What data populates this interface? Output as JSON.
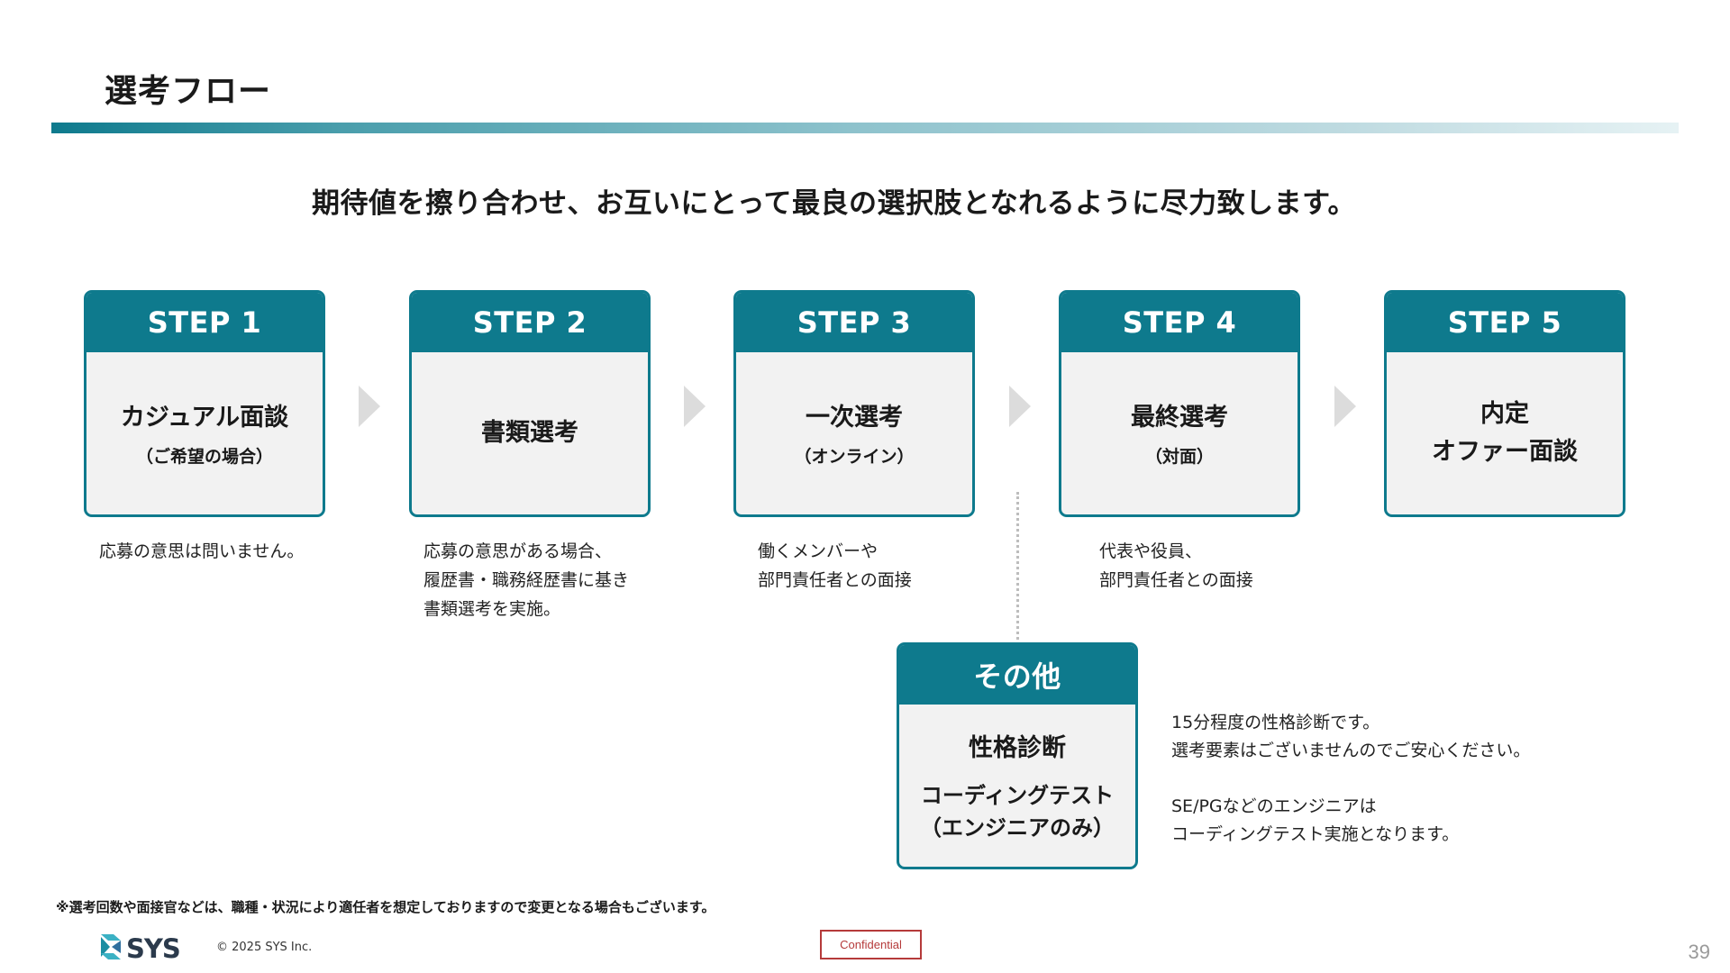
{
  "title": "選考フロー",
  "subtitle": "期待値を擦り合わせ、お互いにとって最良の選択肢となれるように尽力致します。",
  "steps": [
    {
      "header": "STEP 1",
      "main": "カジュアル面談",
      "sub": "（ご希望の場合）",
      "desc": [
        "応募の意思は問いません。"
      ]
    },
    {
      "header": "STEP 2",
      "main": "書類選考",
      "sub": "",
      "desc": [
        "応募の意思がある場合、",
        "履歴書・職務経歴書に基き",
        "書類選考を実施。"
      ]
    },
    {
      "header": "STEP 3",
      "main": "一次選考",
      "sub": "（オンライン）",
      "desc": [
        "働くメンバーや",
        "部門責任者との面接"
      ]
    },
    {
      "header": "STEP 4",
      "main": "最終選考",
      "sub": "（対面）",
      "desc": [
        "代表や役員、",
        "部門責任者との面接"
      ]
    },
    {
      "header": "STEP 5",
      "main": "内定",
      "main2": "オファー面談",
      "sub": "",
      "desc": []
    }
  ],
  "other": {
    "header": "その他",
    "main": "性格診断",
    "sub1": "コーディングテスト",
    "sub2": "（エンジニアのみ）",
    "desc": [
      "15分程度の性格診断です。",
      "選考要素はございませんのでご安心ください。",
      "",
      "SE/PGなどのエンジニアは",
      "コーディングテスト実施となります。"
    ]
  },
  "footnote": "※選考回数や面接官などは、職種・状況により適任者を想定しておりますので変更となる場合もございます。",
  "footer": {
    "logo_text": "SYS",
    "copyright": "©  2025     SYS Inc.",
    "confidential": "Confidential",
    "page_number": "39"
  },
  "colors": {
    "accent": "#0e7a8d",
    "card_bg": "#f2f2f2",
    "confidential": "#b53a3a"
  },
  "icons": {
    "logo": "sys-logo-icon",
    "arrow": "chevron-right-icon"
  }
}
